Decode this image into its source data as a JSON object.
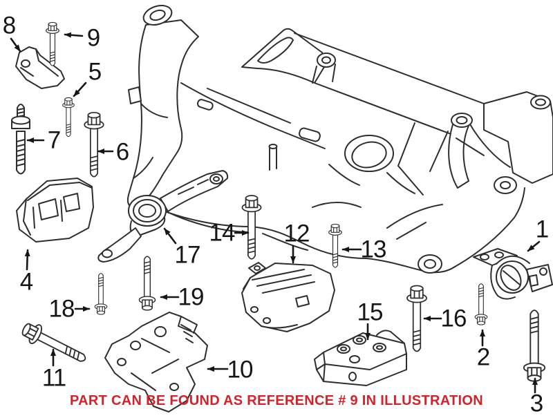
{
  "caption": {
    "text": "PART CAN BE FOUND AS REFERENCE # 9 IN ILLUSTRATION",
    "reference_number": "9"
  },
  "colors": {
    "caption_red": "#D2232A",
    "line_art": "#2D2D2D",
    "background": "#FFFFFF"
  },
  "callouts": [
    {
      "num": "1"
    },
    {
      "num": "2"
    },
    {
      "num": "3"
    },
    {
      "num": "4"
    },
    {
      "num": "5"
    },
    {
      "num": "6"
    },
    {
      "num": "7"
    },
    {
      "num": "8"
    },
    {
      "num": "9"
    },
    {
      "num": "10"
    },
    {
      "num": "11"
    },
    {
      "num": "12"
    },
    {
      "num": "13"
    },
    {
      "num": "14"
    },
    {
      "num": "15"
    },
    {
      "num": "16"
    },
    {
      "num": "17"
    },
    {
      "num": "18"
    },
    {
      "num": "19"
    }
  ]
}
